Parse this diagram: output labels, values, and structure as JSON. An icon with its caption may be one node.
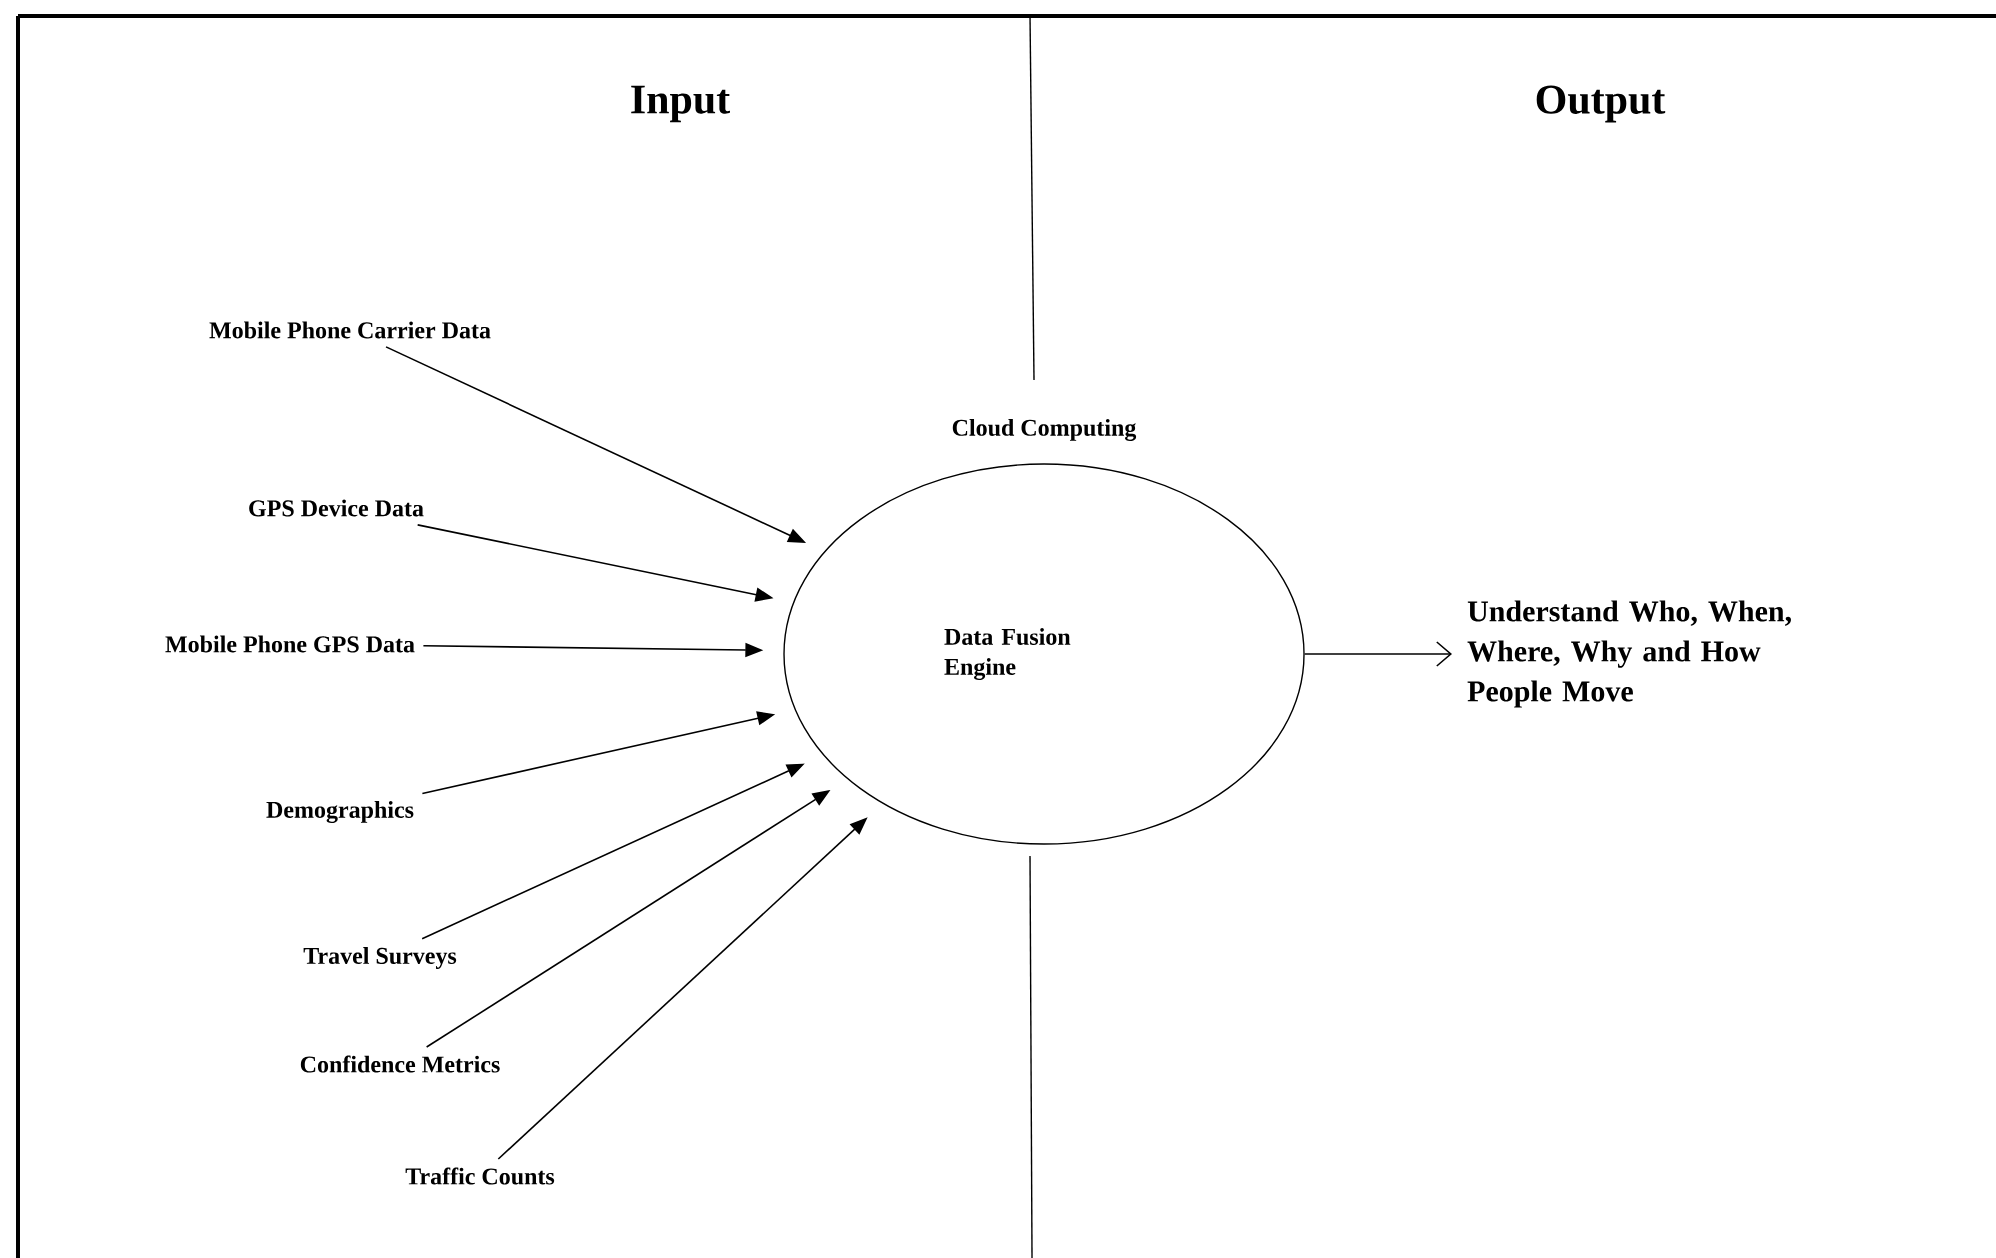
{
  "diagram": {
    "nodes": [
      {
        "text": [
          "Mobile Phone Carrier Data"
        ]
      },
      {
        "text": [
          "GPS Device Data"
        ]
      },
      {
        "text": [
          "Mobile Phone GPS Data"
        ]
      },
      {
        "text": [
          "Demographics"
        ]
      },
      {
        "text": [
          "Travel Surveys"
        ]
      },
      {
        "text": [
          "Confidence Metrics"
        ]
      },
      {
        "text": [
          "Traffic Counts"
        ]
      },
      {
        "text": [
          "Cloud Computing",
          "Data Fusion Engine"
        ]
      },
      {
        "text": [
          "Understand Who, When, Where, Why and How People Move"
        ]
      }
    ],
    "edges": [
      {
        "from": 0,
        "to": 7,
        "arrow": "to"
      },
      {
        "from": 1,
        "to": 7,
        "arrow": "to"
      },
      {
        "from": 2,
        "to": 7,
        "arrow": "to"
      },
      {
        "from": 3,
        "to": 7,
        "arrow": "to"
      },
      {
        "from": 4,
        "to": 7,
        "arrow": "to"
      },
      {
        "from": 5,
        "to": 7,
        "arrow": "to"
      },
      {
        "from": 6,
        "to": 7,
        "arrow": "to"
      },
      {
        "from": 7,
        "to": 8,
        "arrow": "to"
      }
    ],
    "labels": [
      "Input",
      "Output"
    ]
  }
}
